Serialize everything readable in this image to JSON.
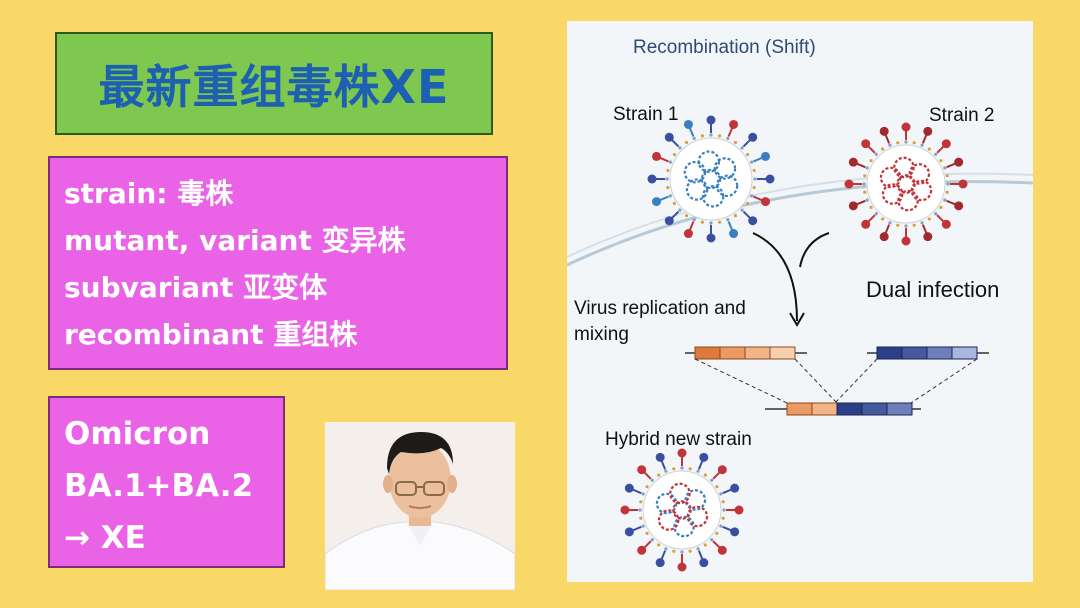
{
  "title": "最新重组毒株XE",
  "vocab": {
    "lines": [
      "strain:  毒株",
      "mutant,  variant  变异株",
      "subvariant  亚变体",
      "recombinant  重组株"
    ]
  },
  "omicron": {
    "lines": [
      "Omicron",
      "BA.1+BA.2",
      "→  XE"
    ]
  },
  "diagram": {
    "title": "Recombination (Shift)",
    "strain1": "Strain 1",
    "strain2": "Strain 2",
    "dual_infection": "Dual infection",
    "replication_line1": "Virus replication and",
    "replication_line2": "mixing",
    "hybrid": "Hybrid new strain"
  },
  "colors": {
    "background": "#f9d867",
    "title_box": "#7ec850",
    "title_text": "#1d5fb0",
    "vocab_box": "#ea62e6",
    "strain1_blue": "#3a7fc0",
    "strain2_red": "#c0343a",
    "segment_orange": "#e07a3c",
    "segment_navy": "#2c3f8a"
  }
}
